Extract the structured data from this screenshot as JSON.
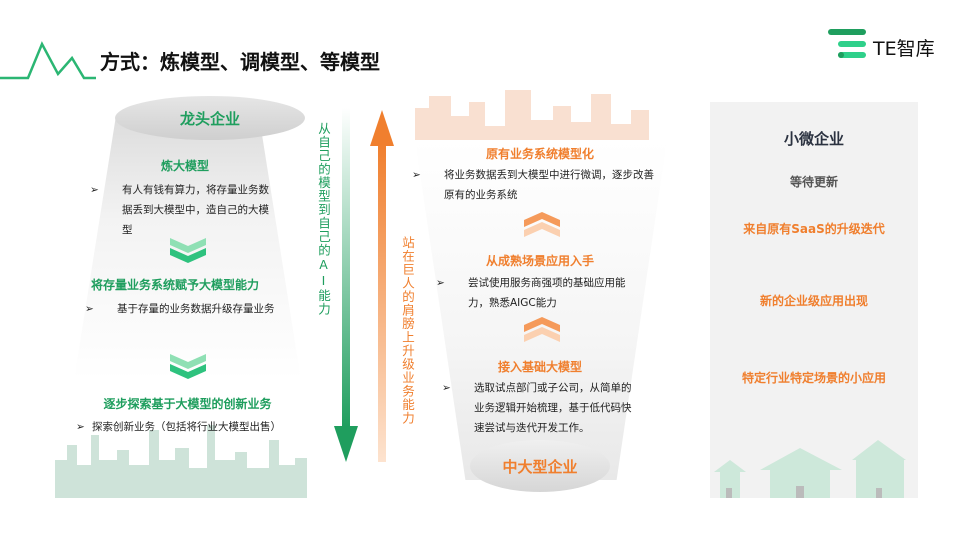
{
  "header": {
    "title": "方式：炼模型、调模型、等模型",
    "logo_text": "TE智库"
  },
  "left": {
    "title": "龙头企业",
    "stages": [
      {
        "heading": "炼大模型",
        "text": "有人有钱有算力，将存量业务数据丢到大模型中，造自己的大模型"
      },
      {
        "heading": "将存量业务系统赋予大模型能力",
        "text": "基于存量的业务数据升级存量业务"
      },
      {
        "heading": "逐步探索基于大模型的创新业务",
        "text": "探索创新业务（包括将行业大模型出售）"
      }
    ],
    "arrow_label": "从自己的模型到自己的AI能力"
  },
  "middle": {
    "title": "中大型企业",
    "stages": [
      {
        "heading": "原有业务系统模型化",
        "text": "将业务数据丢到大模型中进行微调，逐步改善原有的业务系统"
      },
      {
        "heading": "从成熟场景应用入手",
        "text": "尝试使用服务商强项的基础应用能力，熟悉AIGC能力"
      },
      {
        "heading": "接入基础大模型",
        "text": "选取试点部门或子公司，从简单的业务逻辑开始梳理，基于低代码快速尝试与迭代开发工作。"
      }
    ],
    "arrow_label": "站在巨人的肩膀上升级业务能力"
  },
  "right": {
    "title": "小微企业",
    "subtitle": "等待更新",
    "items": [
      "来自原有SaaS的升级迭代",
      "新的企业级应用出现",
      "特定行业特定场景的小应用"
    ]
  },
  "colors": {
    "green": "#1f9e5e",
    "orange": "#f07f2e",
    "panel": "#f2f2f2"
  }
}
